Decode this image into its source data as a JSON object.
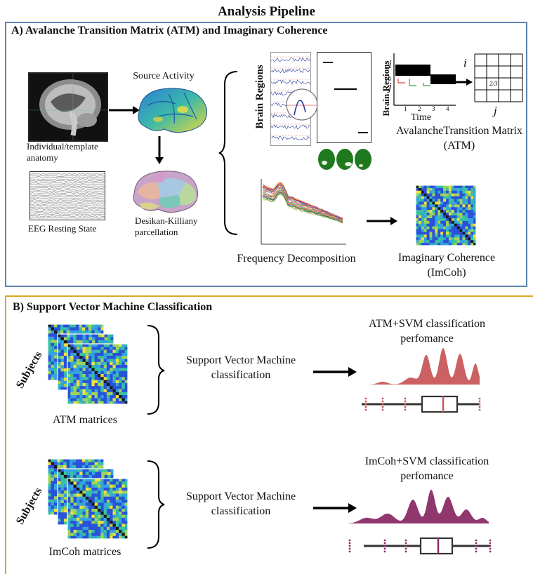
{
  "title": "Analysis Pipeline",
  "panel_a": {
    "title": "A) Avalanche Transition Matrix (ATM) and Imaginary Coherence",
    "anatomy_label": "Individual/template anatomy",
    "eeg_label": "EEG Resting State",
    "source_label": "Source Activity",
    "parcellation_label": "Desikan-Killiany parcellation",
    "brain_regions_label": "Brain Regions",
    "time_label": "Time",
    "time_ticks": [
      "1",
      "2",
      "3",
      "4"
    ],
    "i_label": "i",
    "j_label": "j",
    "cell_value": "2/3",
    "atm_label": "AvalancheTransition Matrix (ATM)",
    "freq_label": "Frequency Decomposition",
    "imcoh_label": "Imaginary Coherence (ImCoh)"
  },
  "panel_b": {
    "title": "B)  Support Vector Machine Classification",
    "subjects_label": "Subjects",
    "svm_label": "Support Vector Machine classification",
    "atm_matrices_label": "ATM matrices",
    "imcoh_matrices_label": "ImCoh matrices",
    "atm_perf_label": "ATM+SVM classification perfomance",
    "imcoh_perf_label": "ImCoh+SVM classification perfomance"
  },
  "colors": {
    "panel_a_border": "#5b86b4",
    "panel_b_border": "#d9a822",
    "atm_dist": "#c8585a",
    "imcoh_dist": "#8a2c66"
  }
}
